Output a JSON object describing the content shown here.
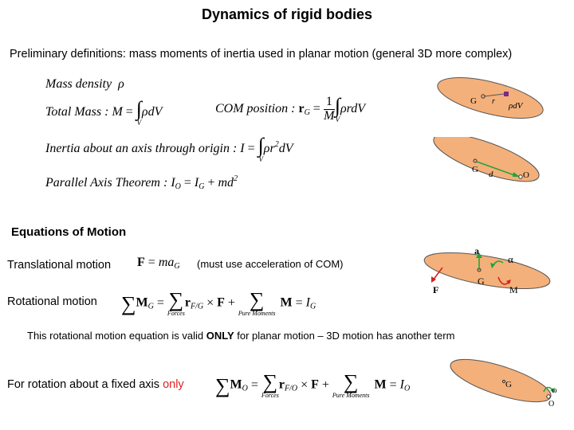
{
  "title": "Dynamics of rigid bodies",
  "subtitle": "Preliminary definitions: mass moments of inertia used in planar motion (general 3D more complex)",
  "definitions": {
    "mass_density": {
      "label": "Mass density",
      "symbol": "ρ"
    },
    "total_mass": {
      "label": "Total Mass :",
      "lhs": "M",
      "eq": "=",
      "int": "∫",
      "lim": "V",
      "integrand": "ρdV"
    },
    "com": {
      "label": "COM  position :",
      "lhs": "r",
      "lhs_sub": "G",
      "eq": "=",
      "num": "1",
      "den": "M",
      "int": "∫",
      "lim": "V",
      "integrand": "ρrdV"
    },
    "inertia": {
      "label": "Inertia about an axis through origin :",
      "lhs": "I",
      "eq": "=",
      "int": "∫",
      "lim": "V",
      "integrand": "ρr",
      "exp": "2",
      "tail": "dV"
    },
    "parallel": {
      "label": "Parallel  Axis  Theorem :",
      "lhs": "I",
      "lhs_sub": "O",
      "eq": "=",
      "rhs1": "I",
      "rhs1_sub": "G",
      "plus": "+",
      "rhs2": "md",
      "rhs2_exp": "2"
    }
  },
  "eom": {
    "heading": "Equations of Motion",
    "translational": {
      "label": "Translational motion",
      "f": "F",
      "eq": "=",
      "ma": "ma",
      "sub": "G",
      "note": "(must use acceleration of COM)"
    },
    "rotational": {
      "label": "Rotational motion",
      "sum": "∑",
      "m": "M",
      "m_sub": "G",
      "eq": "=",
      "forces": "Forces",
      "r": "r",
      "r_sub": "F/G",
      "cross": "×",
      "f": "F",
      "plus": "+",
      "pure": "Pure Moments",
      "m2": "M",
      "eq2": "=",
      "i": "I",
      "i_sub": "G"
    },
    "note": {
      "pre": "This rotational motion equation is valid ",
      "strong": "ONLY",
      "post": " for planar motion – 3D motion has another term"
    },
    "fixed_axis": {
      "label_pre": "For rotation about a fixed axis ",
      "label_only": "only",
      "sum": "∑",
      "m": "M",
      "m_sub": "O",
      "eq": "=",
      "forces": "Forces",
      "r": "r",
      "r_sub": "F/O",
      "cross": "×",
      "f": "F",
      "plus": "+",
      "pure": "Pure Moments",
      "m2": "M",
      "eq2": "=",
      "i": "I",
      "i_sub": "O"
    }
  },
  "figures": {
    "fig1": {
      "g": "G",
      "r": "r",
      "dv": "ρdV"
    },
    "fig2": {
      "g": "G",
      "d": "d",
      "o": "O"
    },
    "fig3": {
      "a": "a",
      "alpha": "α",
      "g": "G",
      "m": "M",
      "f": "F"
    },
    "fig4": {
      "g": "G",
      "omega": "ω",
      "o": "O"
    }
  },
  "colors": {
    "ellipse_fill": "#f4b07a",
    "ellipse_stroke": "#555555",
    "arrow_green": "#22a33a",
    "arrow_red": "#d42020",
    "purple_square": "#7a2a8a",
    "only_red": "#e02020"
  }
}
